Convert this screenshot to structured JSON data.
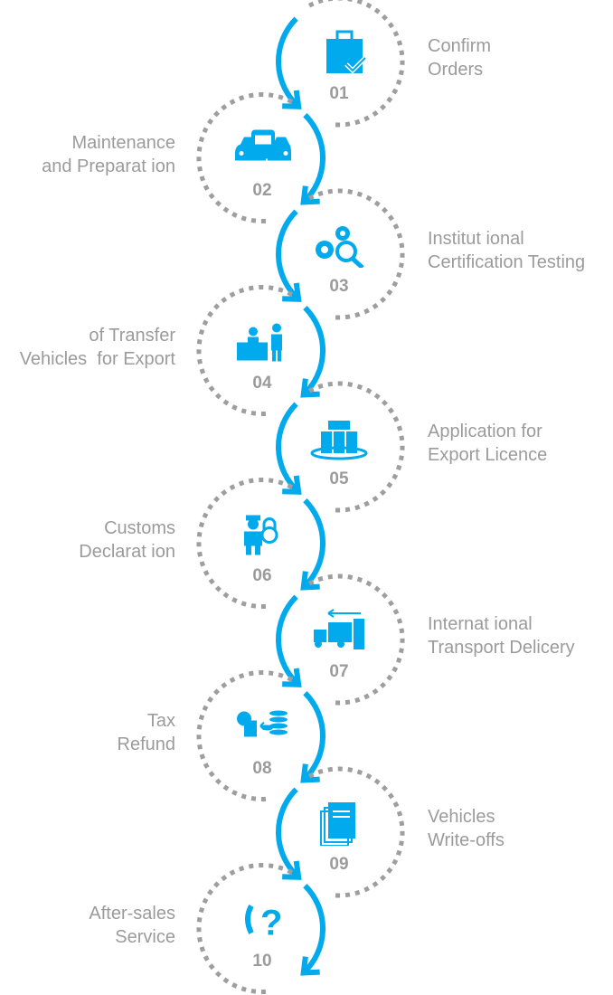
{
  "colors": {
    "accent": "#00aaed",
    "dots": "#9e9e9e",
    "text": "#9b9b9b"
  },
  "steps": [
    {
      "number": "01",
      "label": "Confirm\nOrders",
      "icon": "briefcase-check-icon"
    },
    {
      "number": "02",
      "label": "Maintenance\nand Preparat ion",
      "icon": "vehicles-icon"
    },
    {
      "number": "03",
      "label": "Institut ional\nCertification Testing",
      "icon": "gears-magnifier-icon"
    },
    {
      "number": "04",
      "label": "of Transfer\nVehicles  for Export",
      "icon": "reception-desk-icon"
    },
    {
      "number": "05",
      "label": "Application for\nExport Licence",
      "icon": "boxes-icon"
    },
    {
      "number": "06",
      "label": "Customs\nDeclarat ion",
      "icon": "customs-officer-icon"
    },
    {
      "number": "07",
      "label": "Internat ional\nTransport Delicery",
      "icon": "truck-icon"
    },
    {
      "number": "08",
      "label": "Tax\nRefund",
      "icon": "coins-refund-icon"
    },
    {
      "number": "09",
      "label": "Vehicles\nWrite-offs",
      "icon": "documents-icon"
    },
    {
      "number": "10",
      "label": "After-sales\nService",
      "icon": "phone-question-icon"
    }
  ]
}
